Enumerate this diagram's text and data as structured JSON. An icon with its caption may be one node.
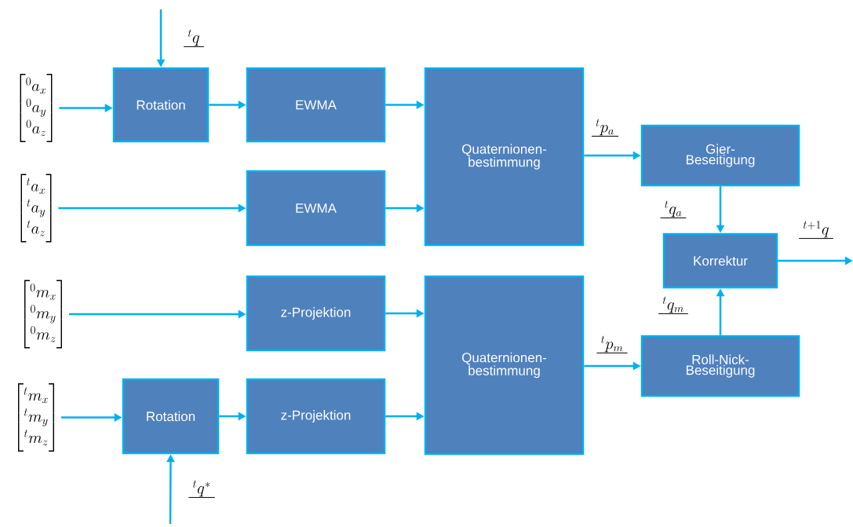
{
  "diagram": {
    "nodes": [
      {
        "text": [
          "\\begin{bmatrix}{}^{0}a_{x}\\\\{}^{0}a_{y}\\\\{}^{0}a_{z}\\end{bmatrix}"
        ]
      },
      {
        "text": [
          "Rotation"
        ]
      },
      {
        "text": [
          "EWMA"
        ]
      },
      {
        "text": [
          "\\begin{bmatrix}{}^{t}a_{x}\\\\{}^{t}a_{y}\\\\{}^{t}a_{z}\\end{bmatrix}"
        ]
      },
      {
        "text": [
          "EWMA"
        ]
      },
      {
        "text": [
          "Quaternionen- bestimmung"
        ]
      },
      {
        "text": [
          "Gier- Beseitigung"
        ]
      },
      {
        "text": [
          "Korrektur"
        ]
      },
      {
        "text": [
          "\\begin{bmatrix}{}^{0}m_{x}\\\\{}^{0}m_{y}\\\\{}^{0}m_{z}\\end{bmatrix}"
        ]
      },
      {
        "text": [
          "z-Projektion"
        ]
      },
      {
        "text": [
          "\\begin{bmatrix}{}^{t}m_{x}\\\\{}^{t}m_{y}\\\\{}^{t}m_{z}\\end{bmatrix}"
        ]
      },
      {
        "text": [
          "Rotation"
        ]
      },
      {
        "text": [
          "z-Projektion"
        ]
      },
      {
        "text": [
          "Quaternionen- bestimmung"
        ]
      },
      {
        "text": [
          "Roll-Nick- Beseitigung"
        ]
      }
    ],
    "edges": [
      {
        "from": null,
        "to": 1,
        "arrow": "to",
        "label": "{}^{t}q"
      },
      {
        "from": 0,
        "to": 1,
        "arrow": "to"
      },
      {
        "from": 1,
        "to": 2,
        "arrow": "to"
      },
      {
        "from": 2,
        "to": 5,
        "arrow": "to"
      },
      {
        "from": 3,
        "to": 4,
        "arrow": "to"
      },
      {
        "from": 4,
        "to": 5,
        "arrow": "to"
      },
      {
        "from": 5,
        "to": 6,
        "arrow": "to",
        "label": "{}^{t}p_{a}"
      },
      {
        "from": 6,
        "to": 7,
        "arrow": "to",
        "label": "{}^{t}q_{a}"
      },
      {
        "from": 7,
        "to": null,
        "arrow": "to",
        "label": "{}^{t+1}q"
      },
      {
        "from": 8,
        "to": 9,
        "arrow": "to"
      },
      {
        "from": 9,
        "to": 13,
        "arrow": "to"
      },
      {
        "from": 10,
        "to": 11,
        "arrow": "to"
      },
      {
        "from": 11,
        "to": 12,
        "arrow": "to"
      },
      {
        "from": 12,
        "to": 13,
        "arrow": "to"
      },
      {
        "from": null,
        "to": 11,
        "arrow": "to",
        "label": "{}^{t}q^{*}"
      },
      {
        "from": 13,
        "to": 14,
        "arrow": "to",
        "label": "{}^{t}p_{m}"
      },
      {
        "from": 14,
        "to": 7,
        "arrow": "to",
        "label": "{}^{t}q_{m}"
      }
    ]
  }
}
